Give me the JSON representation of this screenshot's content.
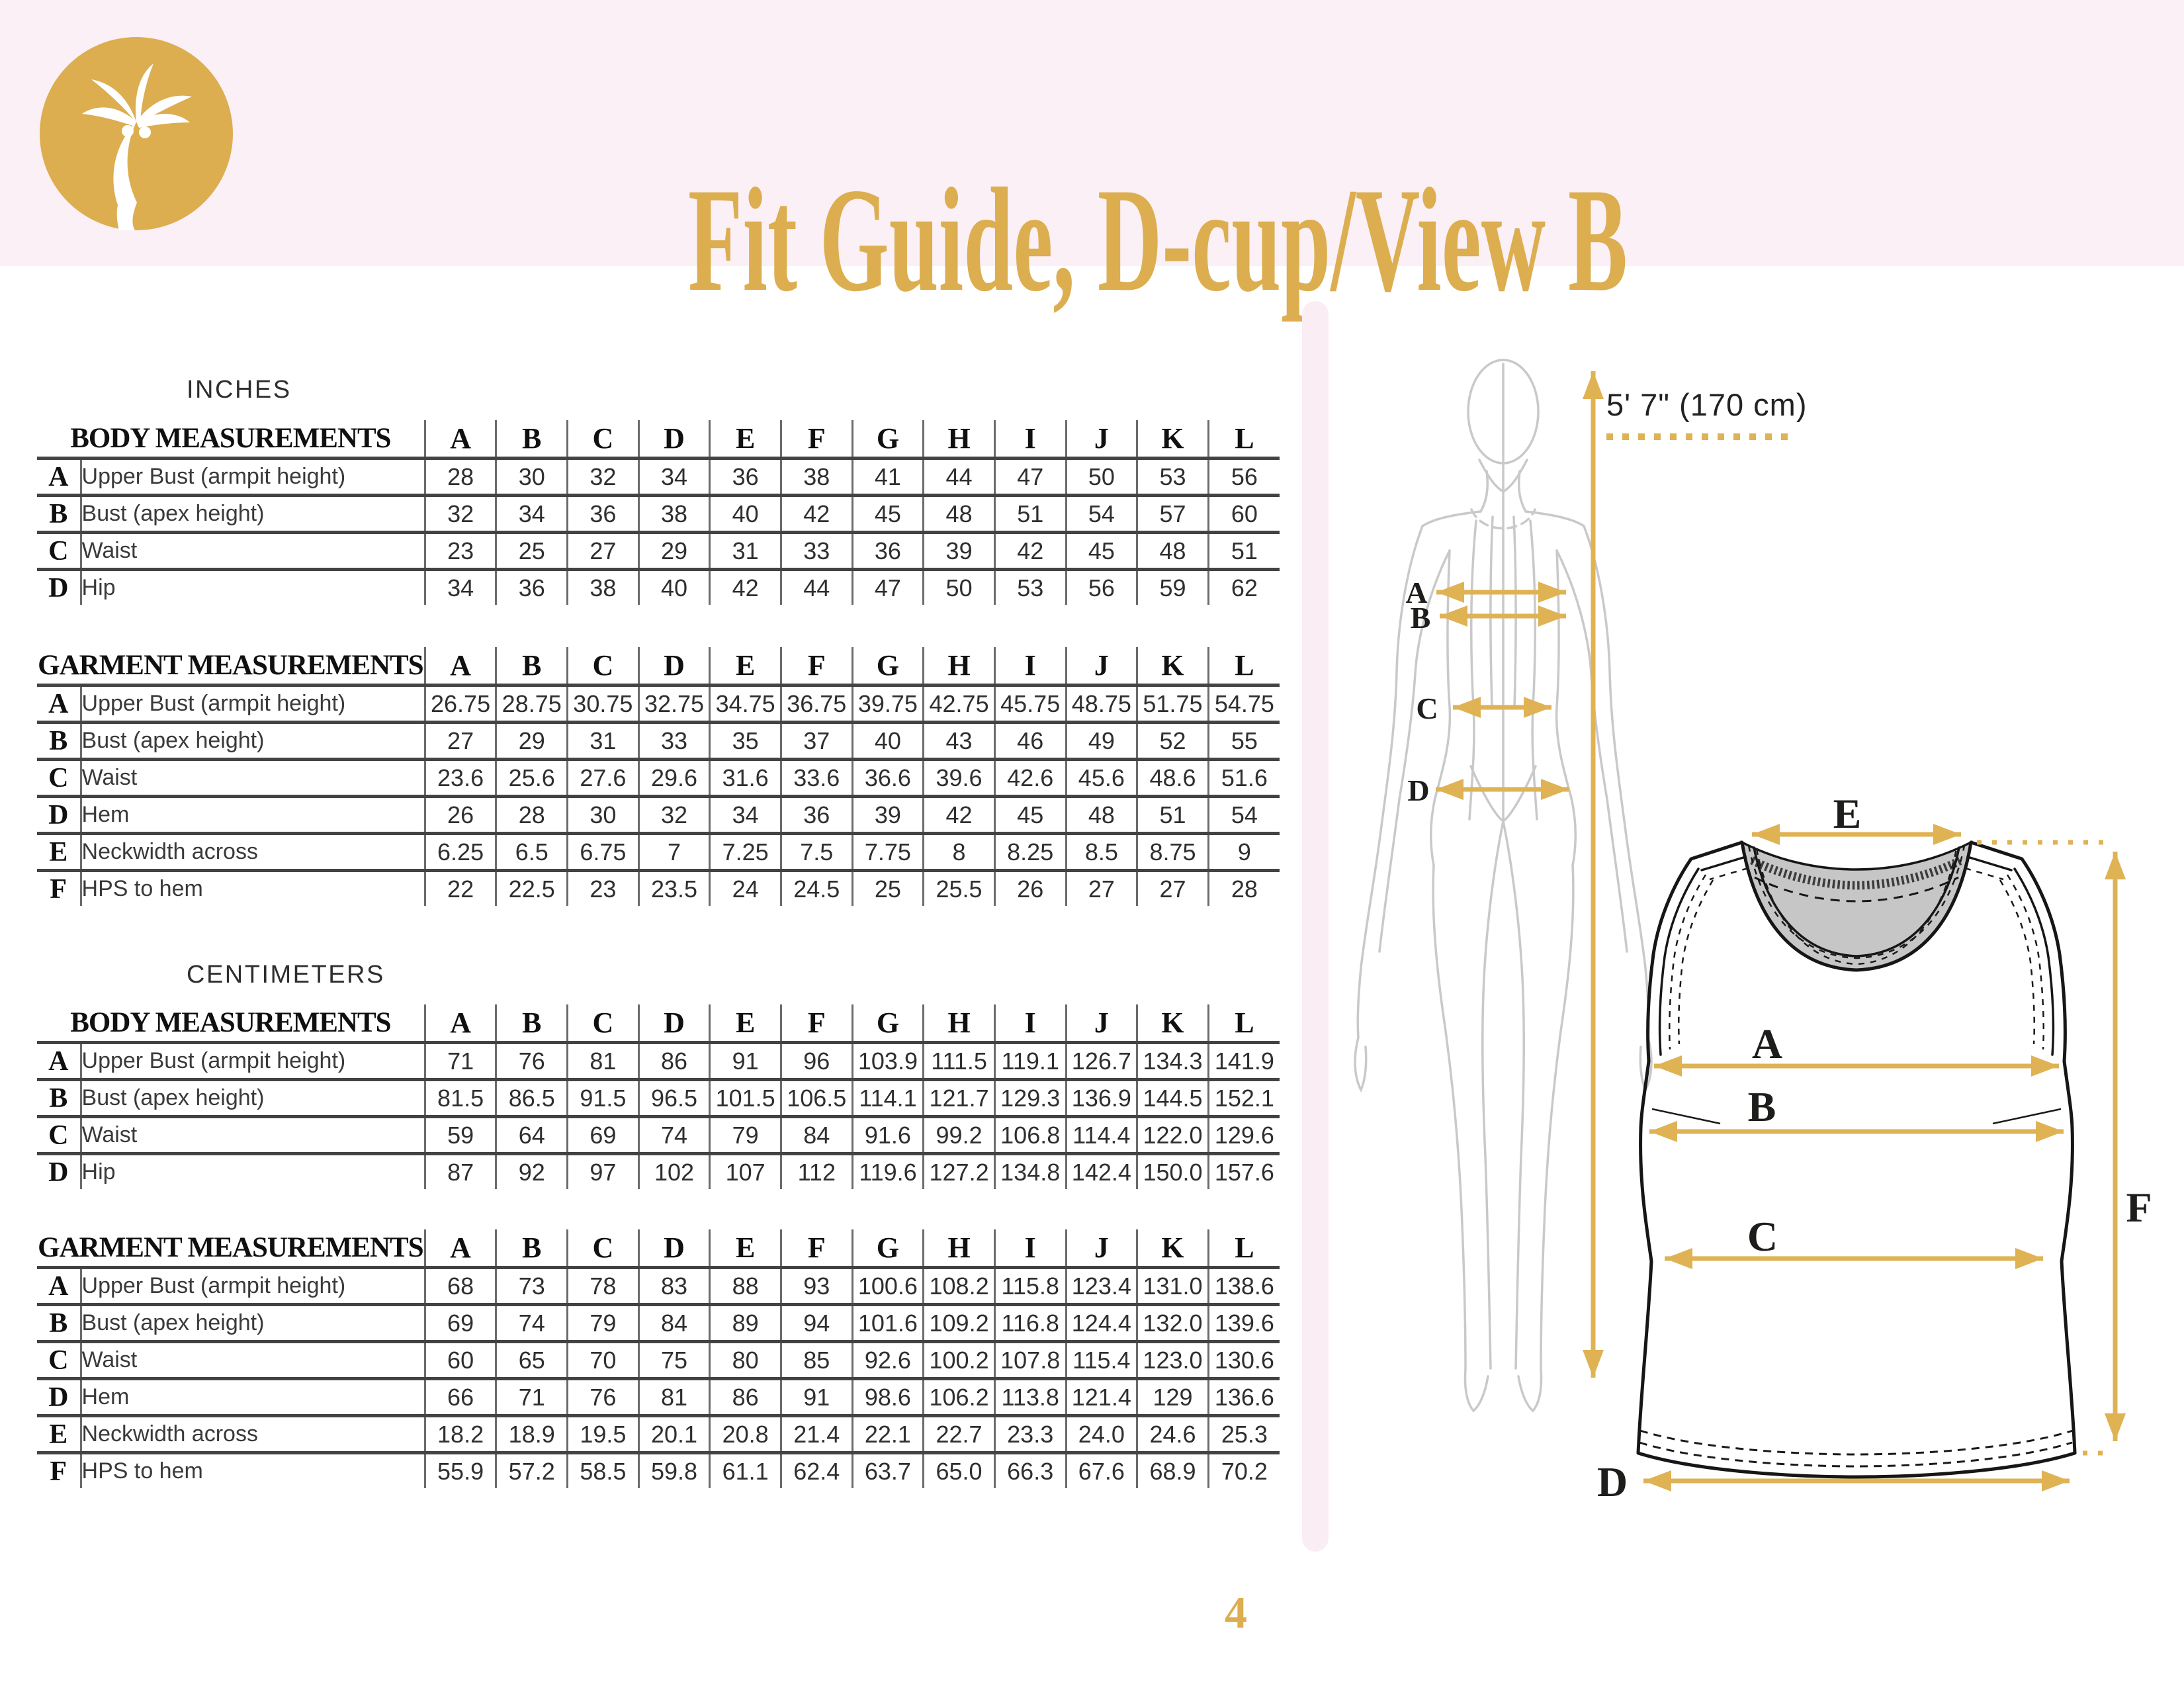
{
  "header": {
    "logo": "palm-tree-monogram",
    "title": "Fit Guide, D-cup/View B"
  },
  "sections": {
    "inches_label": "INCHES",
    "centimeters_label": "CENTIMETERS"
  },
  "sizes": [
    "A",
    "B",
    "C",
    "D",
    "E",
    "F",
    "G",
    "H",
    "I",
    "J",
    "K",
    "L"
  ],
  "tables": {
    "inches_body": {
      "title": "BODY MEASUREMENTS",
      "rows": [
        {
          "letter": "A",
          "label": "Upper Bust (armpit height)",
          "values": [
            "28",
            "30",
            "32",
            "34",
            "36",
            "38",
            "41",
            "44",
            "47",
            "50",
            "53",
            "56"
          ]
        },
        {
          "letter": "B",
          "label": "Bust (apex height)",
          "values": [
            "32",
            "34",
            "36",
            "38",
            "40",
            "42",
            "45",
            "48",
            "51",
            "54",
            "57",
            "60"
          ]
        },
        {
          "letter": "C",
          "label": "Waist",
          "values": [
            "23",
            "25",
            "27",
            "29",
            "31",
            "33",
            "36",
            "39",
            "42",
            "45",
            "48",
            "51"
          ]
        },
        {
          "letter": "D",
          "label": "Hip",
          "values": [
            "34",
            "36",
            "38",
            "40",
            "42",
            "44",
            "47",
            "50",
            "53",
            "56",
            "59",
            "62"
          ]
        }
      ]
    },
    "inches_garment": {
      "title": "GARMENT MEASUREMENTS",
      "rows": [
        {
          "letter": "A",
          "label": "Upper Bust (armpit height)",
          "values": [
            "26.75",
            "28.75",
            "30.75",
            "32.75",
            "34.75",
            "36.75",
            "39.75",
            "42.75",
            "45.75",
            "48.75",
            "51.75",
            "54.75"
          ]
        },
        {
          "letter": "B",
          "label": "Bust (apex height)",
          "values": [
            "27",
            "29",
            "31",
            "33",
            "35",
            "37",
            "40",
            "43",
            "46",
            "49",
            "52",
            "55"
          ]
        },
        {
          "letter": "C",
          "label": "Waist",
          "values": [
            "23.6",
            "25.6",
            "27.6",
            "29.6",
            "31.6",
            "33.6",
            "36.6",
            "39.6",
            "42.6",
            "45.6",
            "48.6",
            "51.6"
          ]
        },
        {
          "letter": "D",
          "label": "Hem",
          "values": [
            "26",
            "28",
            "30",
            "32",
            "34",
            "36",
            "39",
            "42",
            "45",
            "48",
            "51",
            "54"
          ]
        },
        {
          "letter": "E",
          "label": "Neckwidth across",
          "values": [
            "6.25",
            "6.5",
            "6.75",
            "7",
            "7.25",
            "7.5",
            "7.75",
            "8",
            "8.25",
            "8.5",
            "8.75",
            "9"
          ]
        },
        {
          "letter": "F",
          "label": "HPS to hem",
          "values": [
            "22",
            "22.5",
            "23",
            "23.5",
            "24",
            "24.5",
            "25",
            "25.5",
            "26",
            "27",
            "27",
            "28"
          ]
        }
      ]
    },
    "cm_body": {
      "title": "BODY MEASUREMENTS",
      "rows": [
        {
          "letter": "A",
          "label": "Upper Bust (armpit height)",
          "values": [
            "71",
            "76",
            "81",
            "86",
            "91",
            "96",
            "103.9",
            "111.5",
            "119.1",
            "126.7",
            "134.3",
            "141.9"
          ]
        },
        {
          "letter": "B",
          "label": "Bust (apex height)",
          "values": [
            "81.5",
            "86.5",
            "91.5",
            "96.5",
            "101.5",
            "106.5",
            "114.1",
            "121.7",
            "129.3",
            "136.9",
            "144.5",
            "152.1"
          ]
        },
        {
          "letter": "C",
          "label": "Waist",
          "values": [
            "59",
            "64",
            "69",
            "74",
            "79",
            "84",
            "91.6",
            "99.2",
            "106.8",
            "114.4",
            "122.0",
            "129.6"
          ]
        },
        {
          "letter": "D",
          "label": "Hip",
          "values": [
            "87",
            "92",
            "97",
            "102",
            "107",
            "112",
            "119.6",
            "127.2",
            "134.8",
            "142.4",
            "150.0",
            "157.6"
          ]
        }
      ]
    },
    "cm_garment": {
      "title": "GARMENT MEASUREMENTS",
      "rows": [
        {
          "letter": "A",
          "label": "Upper Bust (armpit height)",
          "values": [
            "68",
            "73",
            "78",
            "83",
            "88",
            "93",
            "100.6",
            "108.2",
            "115.8",
            "123.4",
            "131.0",
            "138.6"
          ]
        },
        {
          "letter": "B",
          "label": "Bust (apex height)",
          "values": [
            "69",
            "74",
            "79",
            "84",
            "89",
            "94",
            "101.6",
            "109.2",
            "116.8",
            "124.4",
            "132.0",
            "139.6"
          ]
        },
        {
          "letter": "C",
          "label": "Waist",
          "values": [
            "60",
            "65",
            "70",
            "75",
            "80",
            "85",
            "92.6",
            "100.2",
            "107.8",
            "115.4",
            "123.0",
            "130.6"
          ]
        },
        {
          "letter": "D",
          "label": "Hem",
          "values": [
            "66",
            "71",
            "76",
            "81",
            "86",
            "91",
            "98.6",
            "106.2",
            "113.8",
            "121.4",
            "129",
            "136.6"
          ]
        },
        {
          "letter": "E",
          "label": "Neckwidth across",
          "values": [
            "18.2",
            "18.9",
            "19.5",
            "20.1",
            "20.8",
            "21.4",
            "22.1",
            "22.7",
            "23.3",
            "24.0",
            "24.6",
            "25.3"
          ]
        },
        {
          "letter": "F",
          "label": "HPS to hem",
          "values": [
            "55.9",
            "57.2",
            "58.5",
            "59.8",
            "61.1",
            "62.4",
            "63.7",
            "65.0",
            "66.3",
            "67.6",
            "68.9",
            "70.2"
          ]
        }
      ]
    }
  },
  "illustration": {
    "height_label": "5' 7\" (170 cm)",
    "body_labels": {
      "a": "A",
      "b": "B",
      "c": "C",
      "d": "D"
    },
    "garment_labels": {
      "a": "A",
      "b": "B",
      "c": "C",
      "d": "D",
      "e": "E",
      "f": "F"
    }
  },
  "footer": {
    "page_number": "4"
  },
  "colors": {
    "gold": "#dfb254",
    "title_gold": "#dcae50",
    "header_pink": "#faf0f6",
    "divider_pink": "#fbedf4",
    "table_line_dark": "#434343",
    "table_line_light": "#6b6b6b",
    "croquis_gray": "#c9c9c9",
    "tank_outline": "#161616",
    "neck_inset_gray": "#c6c6c6"
  }
}
